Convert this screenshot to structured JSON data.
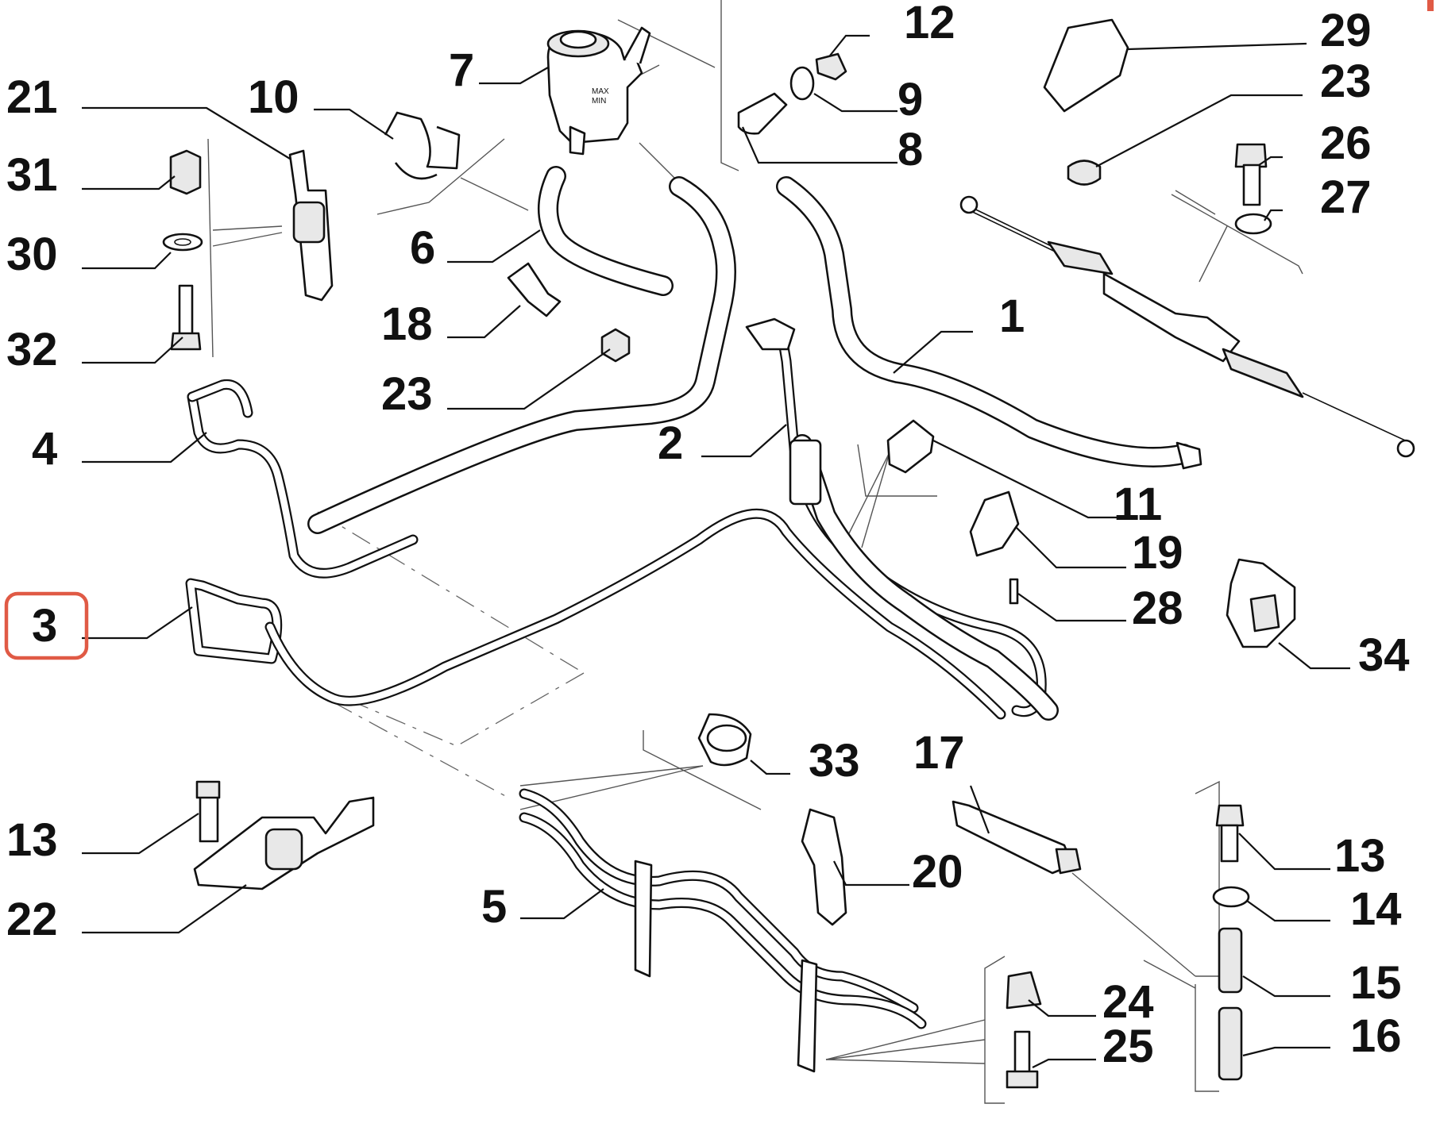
{
  "diagram": {
    "highlighted_part": "3",
    "highlight_color": "#e05a45",
    "line_color": "#111111",
    "background": "#ffffff",
    "parts": {
      "p1": "1",
      "p2": "2",
      "p3": "3",
      "p4": "4",
      "p5": "5",
      "p6": "6",
      "p7": "7",
      "p8": "8",
      "p9": "9",
      "p10": "10",
      "p11": "11",
      "p12": "12",
      "p13a": "13",
      "p13b": "13",
      "p14": "14",
      "p15": "15",
      "p16": "16",
      "p17": "17",
      "p18": "18",
      "p19": "19",
      "p20": "20",
      "p21": "21",
      "p22": "22",
      "p23a": "23",
      "p23b": "23",
      "p24": "24",
      "p25": "25",
      "p26": "26",
      "p27": "27",
      "p28": "28",
      "p29": "29",
      "p30": "30",
      "p31": "31",
      "p32": "32",
      "p33": "33",
      "p34": "34"
    },
    "reservoir_markings": {
      "max": "MAX",
      "min": "MIN"
    }
  }
}
